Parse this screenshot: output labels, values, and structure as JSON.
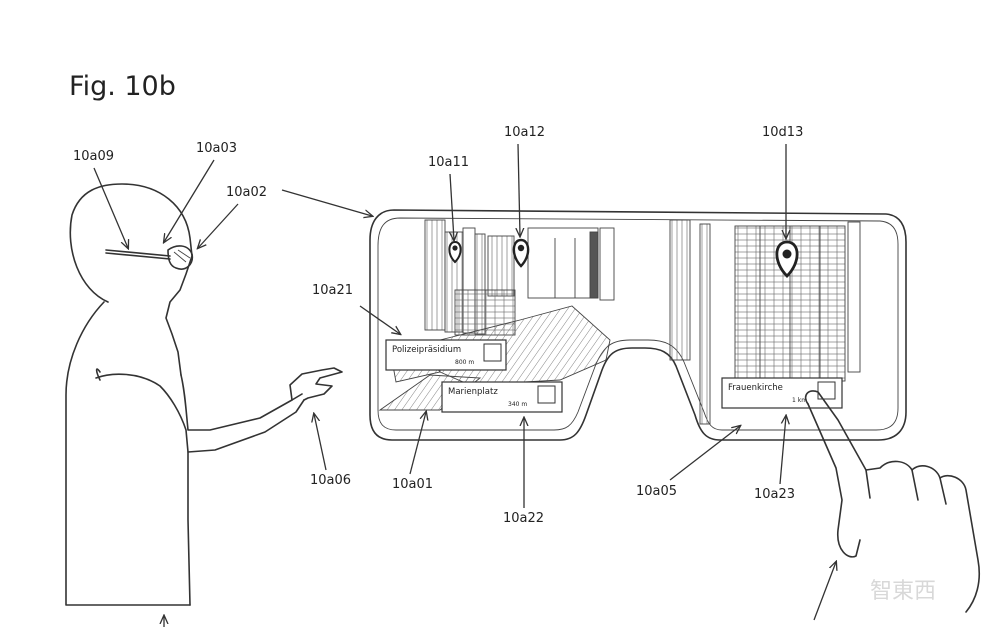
{
  "title": "Fig. 10b",
  "labels": {
    "l10a09": "10a09",
    "l10a03": "10a03",
    "l10a02": "10a02",
    "l10a21": "10a21",
    "l10a11": "10a11",
    "l10a12": "10a12",
    "l10d13": "10d13",
    "l10a06": "10a06",
    "l10a01": "10a01",
    "l10a22": "10a22",
    "l10a05": "10a05",
    "l10a23": "10a23"
  },
  "cards": {
    "polizei_name": "Polizeipräsidium",
    "polizei_dist": "800 m",
    "marien_name": "Marienplatz",
    "marien_dist": "340 m",
    "frauen_name": "Frauenkirche",
    "frauen_dist": "1 km"
  },
  "watermark": "智東西"
}
